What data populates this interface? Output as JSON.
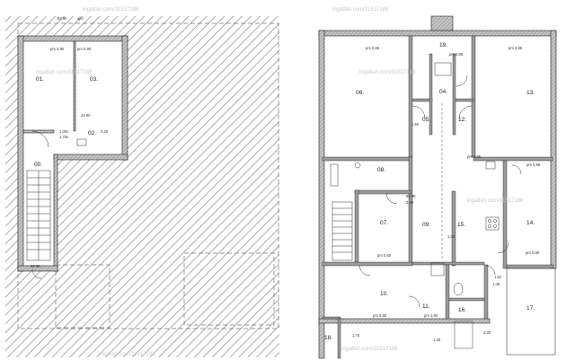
{
  "watermark": "ingatlan.com/31517188",
  "left_plan": {
    "rooms": [
      "01.",
      "03.",
      "02.",
      "00."
    ],
    "dims": [
      "92 90",
      "ajtó",
      "pm 0,90",
      "pm 0,90",
      "1,00x",
      "1,75x",
      "3,20",
      "42 90",
      "90 90"
    ]
  },
  "right_plan": {
    "rooms": [
      "19.",
      "06.",
      "04.",
      "13.",
      "05.",
      "12.",
      "08.",
      "07.",
      "09.",
      "15.",
      "14.",
      "10.",
      "11.",
      "16.",
      "17.",
      "18."
    ],
    "dims": [
      "pm 0,85",
      "pm 0,85",
      "pm 0,85",
      "pm 0,85",
      "pm 0,85",
      "1,60",
      "90 90",
      "2,00",
      "1,00",
      "pm 0,60",
      "pm 0,80",
      "pm 0,80",
      "pm 1,50",
      "1,62",
      "1,48",
      "1,75",
      "1,45",
      "0,30"
    ]
  },
  "colors": {
    "wall": "#9a9a9a",
    "outline": "#222222",
    "hatch": "#8a8a8a",
    "accent": "#b0b0b0"
  }
}
